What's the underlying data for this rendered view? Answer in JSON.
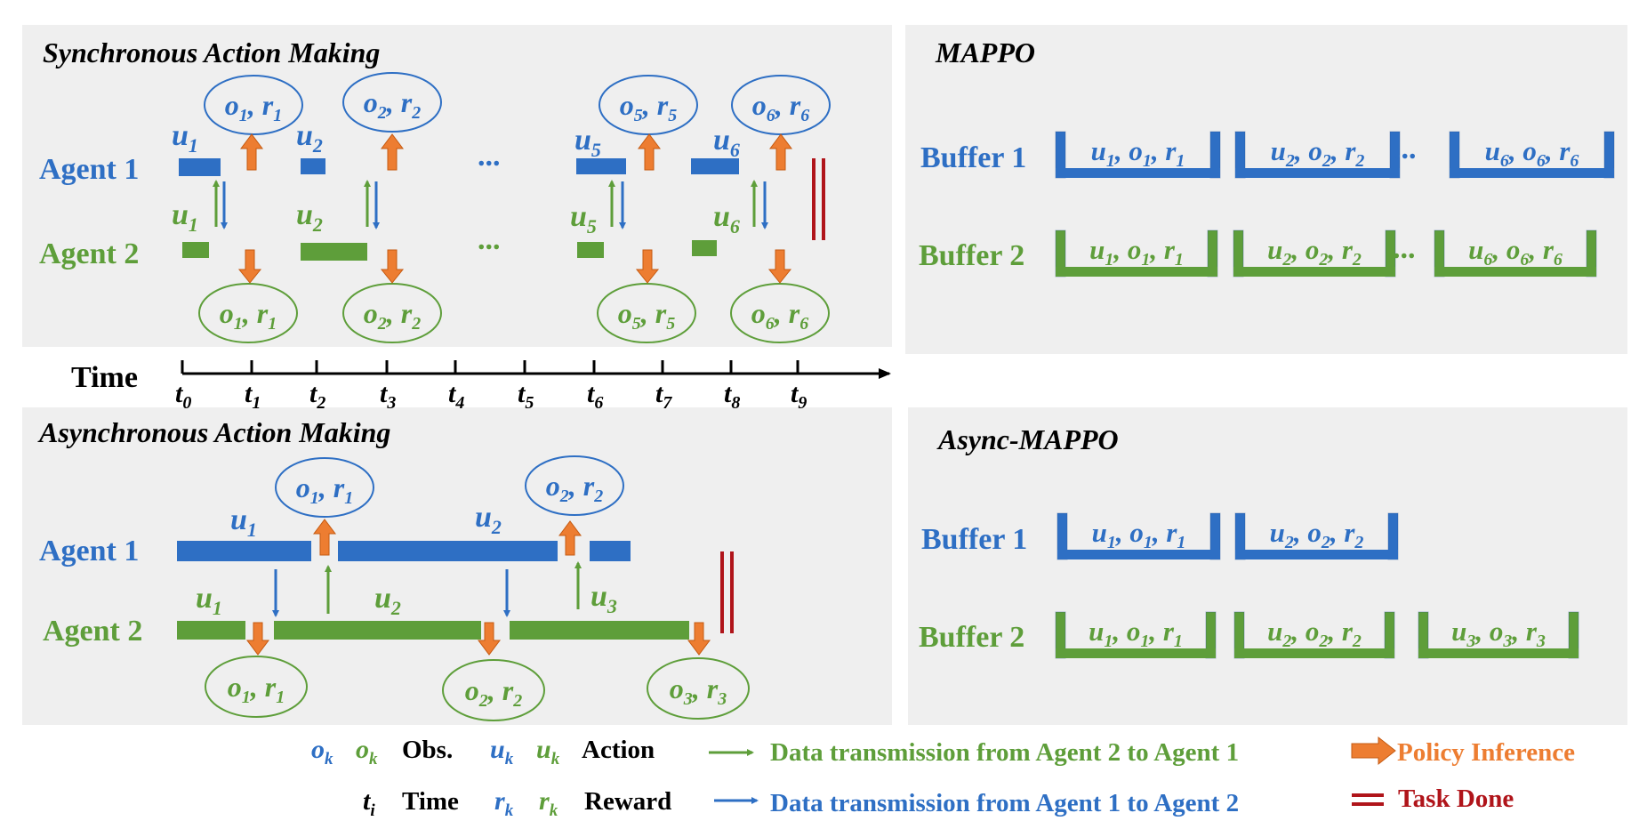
{
  "colors": {
    "blue": "#2e6fc4",
    "green": "#5e9e3a",
    "orange": "#ed7d31",
    "red": "#b0141a",
    "panel": "#efefef"
  },
  "sync": {
    "title": "Synchronous Action Making",
    "agent1": "Agent 1",
    "agent2": "Agent 2",
    "ellipsis": "...",
    "u": {
      "u1": "1",
      "u2": "2",
      "u5": "5",
      "u6": "6"
    },
    "obs": [
      {
        "o": "1",
        "r": "1"
      },
      {
        "o": "2",
        "r": "2"
      },
      {
        "o": "5",
        "r": "5"
      },
      {
        "o": "6",
        "r": "6"
      }
    ]
  },
  "timeline": {
    "label": "Time",
    "ticks": [
      "0",
      "1",
      "2",
      "3",
      "4",
      "5",
      "6",
      "7",
      "8",
      "9"
    ]
  },
  "async": {
    "title": "Asynchronous Action Making",
    "agent1": "Agent 1",
    "agent2": "Agent 2",
    "a1_obs": [
      {
        "o": "1",
        "r": "1"
      },
      {
        "o": "2",
        "r": "2"
      }
    ],
    "a2_obs": [
      {
        "o": "1",
        "r": "1"
      },
      {
        "o": "2",
        "r": "2"
      },
      {
        "o": "3",
        "r": "3"
      }
    ],
    "u": {
      "a1_u1": "1",
      "a1_u2": "2",
      "a2_u1": "1",
      "a2_u2": "2",
      "a2_u3": "3"
    }
  },
  "mappo": {
    "title": "MAPPO",
    "buffer1": "Buffer 1",
    "buffer2": "Buffer 2",
    "ellipsis": "...",
    "b1_entries": [
      {
        "k": "1"
      },
      {
        "k": "2"
      },
      {
        "k": "6"
      }
    ],
    "b2_entries": [
      {
        "k": "1"
      },
      {
        "k": "2"
      },
      {
        "k": "6"
      }
    ]
  },
  "async_mappo": {
    "title": "Async-MAPPO",
    "buffer1": "Buffer 1",
    "buffer2": "Buffer 2",
    "b1_entries": [
      {
        "k": "1"
      },
      {
        "k": "2"
      }
    ],
    "b2_entries": [
      {
        "k": "1"
      },
      {
        "k": "2"
      },
      {
        "k": "3"
      }
    ]
  },
  "legend": {
    "obs_label": "Obs.",
    "action_label": "Action",
    "time_label": "Time",
    "reward_label": "Reward",
    "sub_k": "k",
    "sub_i": "i",
    "green_arrow": "Data transmission from Agent 2 to Agent 1",
    "blue_arrow": "Data transmission from Agent 1 to Agent 2",
    "policy": "Policy Inference",
    "done": "Task Done"
  }
}
